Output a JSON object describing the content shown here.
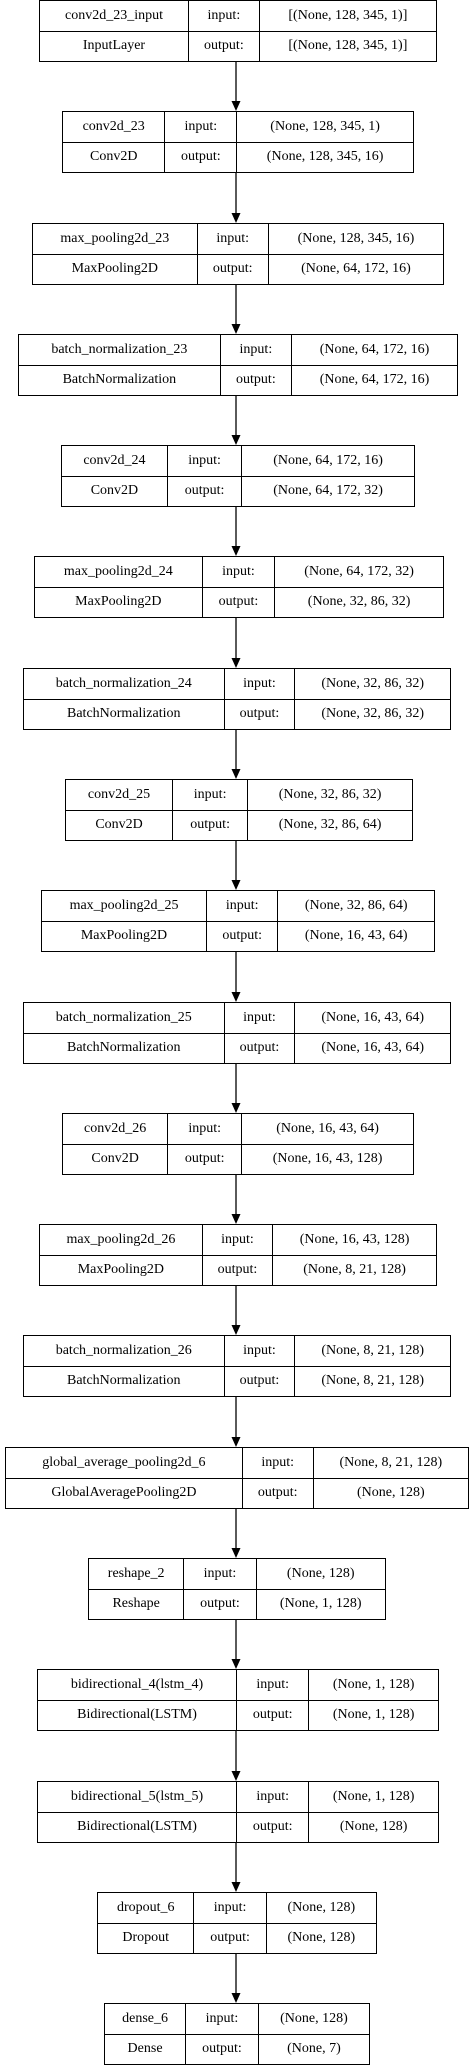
{
  "layers": [
    {
      "name": "conv2d_23_input",
      "class": "InputLayer",
      "input_label": "input:",
      "input": "[(None, 128, 345, 1)]",
      "output_label": "output:",
      "output": "[(None, 128, 345, 1)]"
    },
    {
      "name": "conv2d_23",
      "class": "Conv2D",
      "input_label": "input:",
      "input": "(None, 128, 345, 1)",
      "output_label": "output:",
      "output": "(None, 128, 345, 16)"
    },
    {
      "name": "max_pooling2d_23",
      "class": "MaxPooling2D",
      "input_label": "input:",
      "input": "(None, 128, 345, 16)",
      "output_label": "output:",
      "output": "(None, 64, 172, 16)"
    },
    {
      "name": "batch_normalization_23",
      "class": "BatchNormalization",
      "input_label": "input:",
      "input": "(None, 64, 172, 16)",
      "output_label": "output:",
      "output": "(None, 64, 172, 16)"
    },
    {
      "name": "conv2d_24",
      "class": "Conv2D",
      "input_label": "input:",
      "input": "(None, 64, 172, 16)",
      "output_label": "output:",
      "output": "(None, 64, 172, 32)"
    },
    {
      "name": "max_pooling2d_24",
      "class": "MaxPooling2D",
      "input_label": "input:",
      "input": "(None, 64, 172, 32)",
      "output_label": "output:",
      "output": "(None, 32, 86, 32)"
    },
    {
      "name": "batch_normalization_24",
      "class": "BatchNormalization",
      "input_label": "input:",
      "input": "(None, 32, 86, 32)",
      "output_label": "output:",
      "output": "(None, 32, 86, 32)"
    },
    {
      "name": "conv2d_25",
      "class": "Conv2D",
      "input_label": "input:",
      "input": "(None, 32, 86, 32)",
      "output_label": "output:",
      "output": "(None, 32, 86, 64)"
    },
    {
      "name": "max_pooling2d_25",
      "class": "MaxPooling2D",
      "input_label": "input:",
      "input": "(None, 32, 86, 64)",
      "output_label": "output:",
      "output": "(None, 16, 43, 64)"
    },
    {
      "name": "batch_normalization_25",
      "class": "BatchNormalization",
      "input_label": "input:",
      "input": "(None, 16, 43, 64)",
      "output_label": "output:",
      "output": "(None, 16, 43, 64)"
    },
    {
      "name": "conv2d_26",
      "class": "Conv2D",
      "input_label": "input:",
      "input": "(None, 16, 43, 64)",
      "output_label": "output:",
      "output": "(None, 16, 43, 128)"
    },
    {
      "name": "max_pooling2d_26",
      "class": "MaxPooling2D",
      "input_label": "input:",
      "input": "(None, 16, 43, 128)",
      "output_label": "output:",
      "output": "(None, 8, 21, 128)"
    },
    {
      "name": "batch_normalization_26",
      "class": "BatchNormalization",
      "input_label": "input:",
      "input": "(None, 8, 21, 128)",
      "output_label": "output:",
      "output": "(None, 8, 21, 128)"
    },
    {
      "name": "global_average_pooling2d_6",
      "class": "GlobalAveragePooling2D",
      "input_label": "input:",
      "input": "(None, 8, 21, 128)",
      "output_label": "output:",
      "output": "(None, 128)"
    },
    {
      "name": "reshape_2",
      "class": "Reshape",
      "input_label": "input:",
      "input": "(None, 128)",
      "output_label": "output:",
      "output": "(None, 1, 128)"
    },
    {
      "name": "bidirectional_4(lstm_4)",
      "class": "Bidirectional(LSTM)",
      "input_label": "input:",
      "input": "(None, 1, 128)",
      "output_label": "output:",
      "output": "(None, 1, 128)"
    },
    {
      "name": "bidirectional_5(lstm_5)",
      "class": "Bidirectional(LSTM)",
      "input_label": "input:",
      "input": "(None, 1, 128)",
      "output_label": "output:",
      "output": "(None, 128)"
    },
    {
      "name": "dropout_6",
      "class": "Dropout",
      "input_label": "input:",
      "input": "(None, 128)",
      "output_label": "output:",
      "output": "(None, 128)"
    },
    {
      "name": "dense_6",
      "class": "Dense",
      "input_label": "input:",
      "input": "(None, 128)",
      "output_label": "output:",
      "output": "(None, 7)"
    }
  ]
}
